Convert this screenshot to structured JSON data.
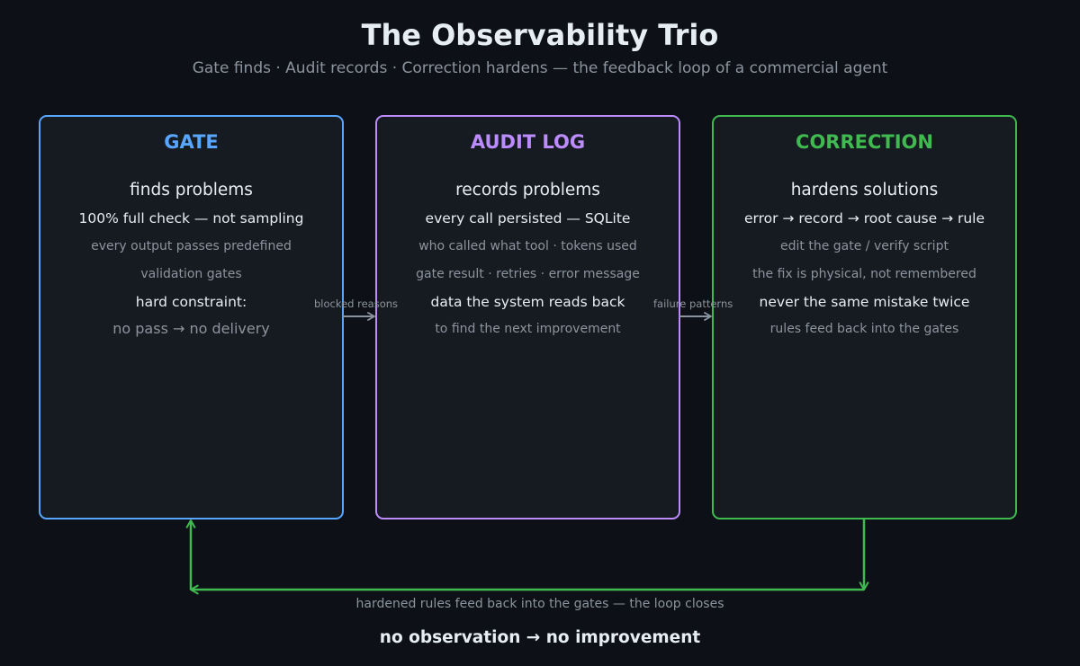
{
  "title": "The Observability Trio",
  "subtitle": "Gate finds · Audit records · Correction hardens — the feedback loop of a commercial agent",
  "colors": {
    "background": "#0d1117",
    "gate": "#58a6ff",
    "audit": "#bc8cff",
    "correction": "#3fb950",
    "arrow": "#8b949e"
  },
  "gate": {
    "heading": "GATE",
    "role": "finds problems",
    "line1": "100% full check — not sampling",
    "line2": "every output passes predefined",
    "line3": "validation gates",
    "line4": "hard constraint:",
    "line5": "no pass → no delivery"
  },
  "audit": {
    "heading": "AUDIT LOG",
    "role": "records problems",
    "line1": "every call persisted — SQLite",
    "line2": "who called what tool · tokens used",
    "line3": "gate result · retries · error message",
    "line4": "data the system reads back",
    "line5": "to find the next improvement"
  },
  "correction": {
    "heading": "CORRECTION",
    "role": "hardens solutions",
    "line1": "error → record → root cause → rule",
    "line2": "edit the gate / verify script",
    "line3": "the fix is physical, not remembered",
    "line4": "never the same mistake twice",
    "line5": "rules feed back into the gates"
  },
  "arrows": {
    "gate_to_audit": "blocked reasons",
    "audit_to_correction": "failure patterns"
  },
  "loop_caption": "hardened rules feed back into the gates — the loop closes",
  "footer": "no observation → no improvement"
}
